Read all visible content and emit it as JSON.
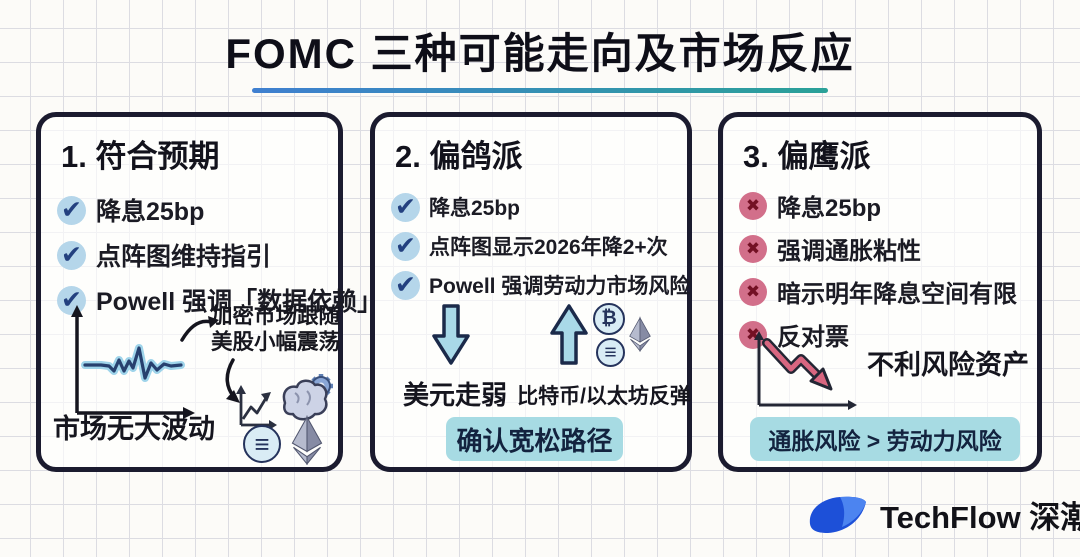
{
  "title": {
    "text": "FOMC 三种可能走向及市场反应"
  },
  "cards": [
    {
      "heading": "1. 符合预期",
      "items": [
        "降息25bp",
        "点阵图维持指引",
        "Powell 强调「数据依赖」"
      ],
      "chart_caption": "市场无大波动",
      "note": {
        "line1": "加密市场跟随",
        "line2": "美股小幅震荡"
      }
    },
    {
      "heading": "2. 偏鸽派",
      "items": [
        "降息25bp",
        "点阵图显示2026年降2+次",
        "Powell 强调劳动力市场风险"
      ],
      "down_label": "美元走弱",
      "up_label": "比特币/以太坊反弹",
      "pill": "确认宽松路径"
    },
    {
      "heading": "3. 偏鹰派",
      "items": [
        "降息25bp",
        "强调通胀粘性",
        "暗示明年降息空间有限",
        "反对票"
      ],
      "risk_label": "不利风险资产",
      "pill": "通胀风险 > 劳动力风险"
    }
  ],
  "footer": {
    "brand": "TechFlow 深潮"
  },
  "icons": {
    "check_glyph": "✔",
    "x_glyph": "✖",
    "btc_glyph": "₿",
    "lines_glyph": "≡"
  },
  "colors": {
    "underline_left": "#3f7fd0",
    "underline_right": "#2aa198",
    "card_border": "#1b1b2f",
    "check_circle": "#b5d6ea",
    "check_mark": "#23407f",
    "x_circle": "#d26f8a",
    "x_mark": "#731024",
    "block_arrow_fill": "#a9d9e8",
    "block_arrow_outline": "#1b2a4a",
    "pill_bg": "#a7dbe3",
    "pill_text": "#13233f",
    "red_arrow": "#d86680",
    "wavy_line": "#27406e",
    "brand_blue": "#1d50d8"
  }
}
